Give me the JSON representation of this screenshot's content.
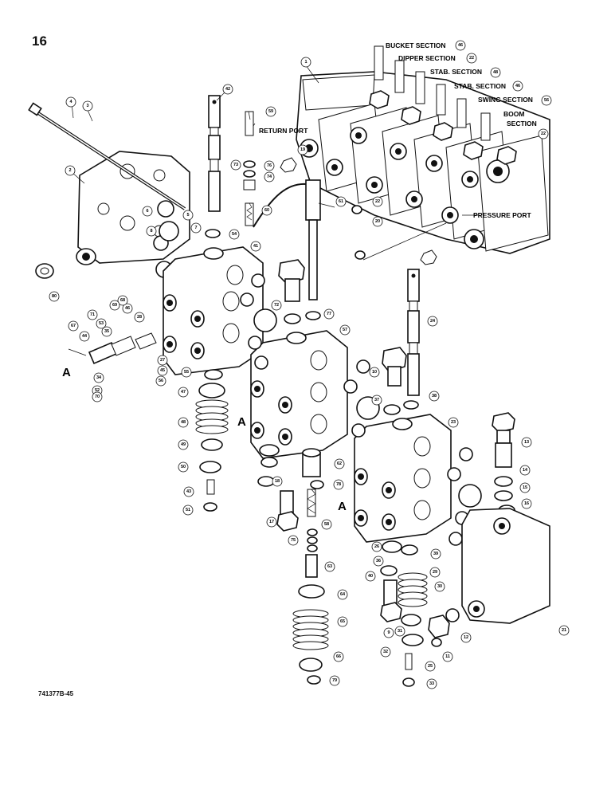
{
  "page": {
    "number": "16",
    "figure_code": "741377B-45"
  },
  "labels": {
    "sections": [
      {
        "text": "BUCKET SECTION",
        "ref": "46"
      },
      {
        "text": "DIPPER SECTION",
        "ref": "22"
      },
      {
        "text": "STAB. SECTION",
        "ref": "48"
      },
      {
        "text": "STAB. SECTION",
        "ref": "46"
      },
      {
        "text": "SWING SECTION",
        "ref": "56"
      },
      {
        "text": "BOOM",
        "ref": ""
      },
      {
        "text": "SECTION",
        "ref": "22"
      }
    ],
    "return_port": "RETURN PORT",
    "pressure_port": "PRESSURE PORT",
    "view_marker": "A"
  },
  "callouts": [
    "1",
    "2",
    "3",
    "4",
    "5",
    "6",
    "7",
    "8",
    "9",
    "10",
    "11",
    "12",
    "13",
    "14",
    "15",
    "16",
    "17",
    "18",
    "19",
    "20",
    "21",
    "22",
    "23",
    "24",
    "25",
    "26",
    "27",
    "28",
    "29",
    "30",
    "31",
    "32",
    "33",
    "34",
    "35",
    "36",
    "37",
    "38",
    "39",
    "40",
    "41",
    "42",
    "43",
    "44",
    "45",
    "46",
    "47",
    "48",
    "49",
    "50",
    "51",
    "52",
    "53",
    "54",
    "55",
    "56",
    "57",
    "58",
    "59",
    "60",
    "61",
    "62",
    "63",
    "64",
    "65",
    "66",
    "67",
    "68",
    "69",
    "70",
    "71",
    "72",
    "73",
    "74",
    "75",
    "76",
    "77",
    "78",
    "79",
    "80"
  ]
}
